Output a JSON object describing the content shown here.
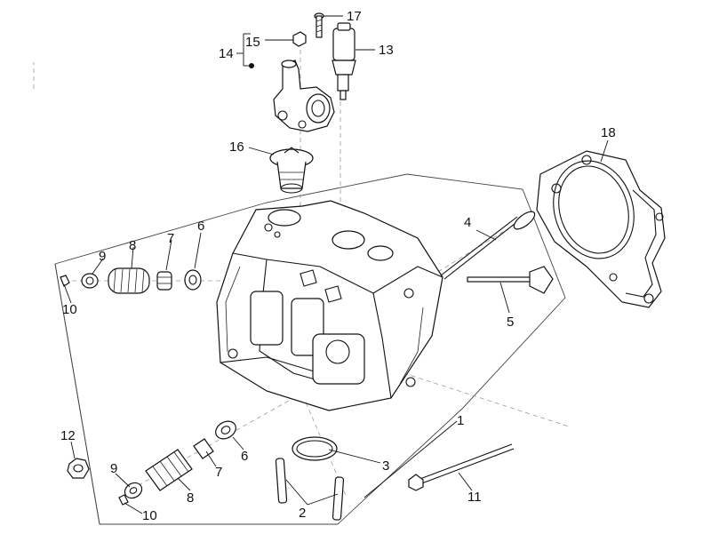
{
  "diagram": {
    "callouts": [
      {
        "id": "c1",
        "label": "1"
      },
      {
        "id": "c2",
        "label": "2"
      },
      {
        "id": "c3",
        "label": "3"
      },
      {
        "id": "c4",
        "label": "4"
      },
      {
        "id": "c5",
        "label": "5"
      },
      {
        "id": "c6a",
        "label": "6"
      },
      {
        "id": "c6b",
        "label": "6"
      },
      {
        "id": "c7a",
        "label": "7"
      },
      {
        "id": "c7b",
        "label": "7"
      },
      {
        "id": "c8a",
        "label": "8"
      },
      {
        "id": "c8b",
        "label": "8"
      },
      {
        "id": "c9a",
        "label": "9"
      },
      {
        "id": "c9b",
        "label": "9"
      },
      {
        "id": "c10a",
        "label": "10"
      },
      {
        "id": "c10b",
        "label": "10"
      },
      {
        "id": "c11",
        "label": "11"
      },
      {
        "id": "c12",
        "label": "12"
      },
      {
        "id": "c13",
        "label": "13"
      },
      {
        "id": "c14",
        "label": "14"
      },
      {
        "id": "c15",
        "label": "15"
      },
      {
        "id": "c16",
        "label": "16"
      },
      {
        "id": "c17",
        "label": "17"
      },
      {
        "id": "c18",
        "label": "18"
      }
    ]
  }
}
